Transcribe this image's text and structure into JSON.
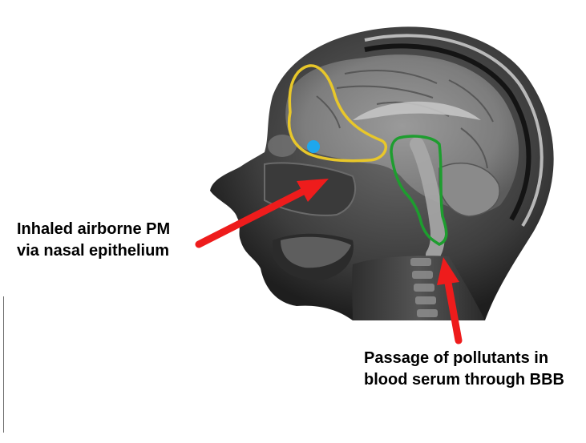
{
  "annotations": {
    "inhaled": {
      "line1": "Inhaled airborne PM",
      "line2": "via nasal epithelium"
    },
    "passage": {
      "line1": "Passage of pollutants in",
      "line2": "blood serum through BBB"
    }
  },
  "colors": {
    "arrow": "#ee1c1c",
    "olfactory_outline": "#e8c72a",
    "brainstem_outline": "#1e9d2f",
    "marker_dot": "#1ea7ec"
  }
}
